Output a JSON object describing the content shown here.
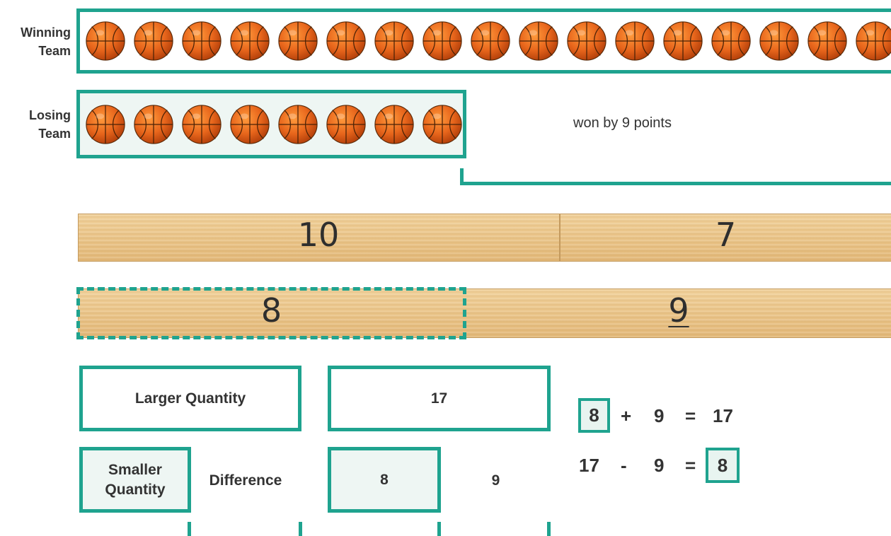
{
  "rows": {
    "winning_label": "Winning Team",
    "losing_label": "Losing Team",
    "winning_count": 17,
    "losing_count": 8
  },
  "note": "won by 9 points",
  "bars": {
    "top_left": "10",
    "top_right": "7",
    "bottom_left": "8",
    "bottom_right": "9"
  },
  "table": {
    "larger_label": "Larger Quantity",
    "larger_value": "17",
    "smaller_label": "Smaller Quantity",
    "difference_label": "Difference",
    "smaller_value": "8",
    "difference_value": "9"
  },
  "equations": {
    "eq1": {
      "a": "8",
      "op": "+",
      "b": "9",
      "eq": "=",
      "c": "17"
    },
    "eq2": {
      "a": "17",
      "op": "-",
      "b": "9",
      "eq": "=",
      "c": "8"
    }
  },
  "colors": {
    "teal": "#1fa38f",
    "light_teal": "#e8f4f0",
    "ball": "#e8661c"
  }
}
